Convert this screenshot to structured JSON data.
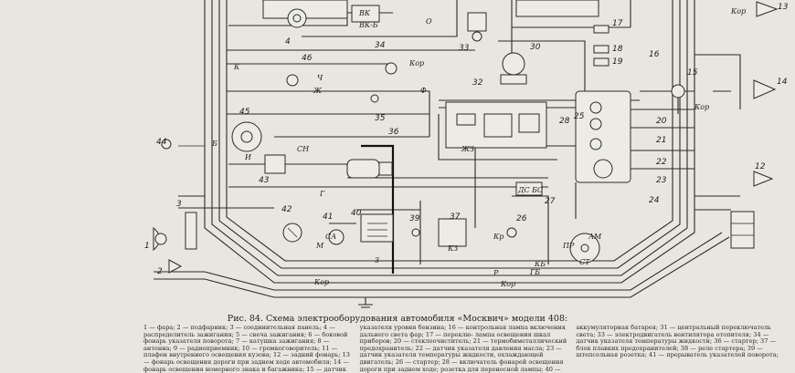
{
  "caption": "Рис. 84. Схема электрооборудования автомобиля «Москвич» модели 408:",
  "legend": [
    "1 — фара; 2 — подфарник; 3 — соединительная панель; 4 — распределитель зажигания; 5 — свеча зажигания; 6 — боковой фонарь указателя поворота; 7 — катушка зажигания; 8 — антенна; 9 — радиоприемник; 10 — громкоговоритель; 11 — плафон внутреннего освещения кузова; 12 — задний фонарь; 13 — фонарь освещения дороги при заднем ходе автомобиля; 14 — фонарь освещения номерного знака и багажника; 15 — датчик указателя уровня бензина; 16 — контрольная лампа включения дальнего света фар; 17 — переклю-",
    "лампа освещения шкал приборов; 20 — стеклоочиститель; 21 — термобиметаллический предохранитель; 22 — датчик указателя давления масла; 23 — датчик указателя температуры жидкости, охлаждающей двигатель; 26 — стартер; 28 — включатель фонарей освещения дороги при заднем ходе; розетка для переносной лампы; 40 — аккумуляторная батарея;",
    "31 — центральный переключатель света; 33 — электродвигатель вентилятора отопителя; 34 — датчик указателя температуры жидкости; 36 — стартер; 37 — блок плавких предохранителей; 38 — реле стартера; 39 — штепсельная розетка; 41 — прерыватель указателей поворота;"
  ],
  "wire_labels": {
    "kor": "Кор",
    "o": "О",
    "ch": "Ч",
    "zh": "Ж",
    "k": "К",
    "f": "Ф",
    "b": "Б",
    "g": "Г",
    "z": "З",
    "sn": "СН",
    "kr": "Кр",
    "r": "Р",
    "gb": "ГБ",
    "kb": "КБ",
    "zh2": "ЖЗ",
    "vk": "ВК",
    "vkb": "ВК-Б",
    "ds": "ДС",
    "bs": "БС",
    "pr": "ПР",
    "am": "АМ",
    "st": "СТ",
    "i": "И",
    "sa": "СА",
    "m": "М",
    "kz": "КЗ"
  },
  "component_numbers": [
    "1",
    "2",
    "3",
    "4",
    "12",
    "13",
    "14",
    "15",
    "16",
    "17",
    "18",
    "19",
    "20",
    "21",
    "22",
    "23",
    "24",
    "25",
    "26",
    "27",
    "28",
    "30",
    "32",
    "33",
    "34",
    "35",
    "36",
    "37",
    "39",
    "40",
    "41",
    "42",
    "43",
    "44",
    "45",
    "46"
  ]
}
